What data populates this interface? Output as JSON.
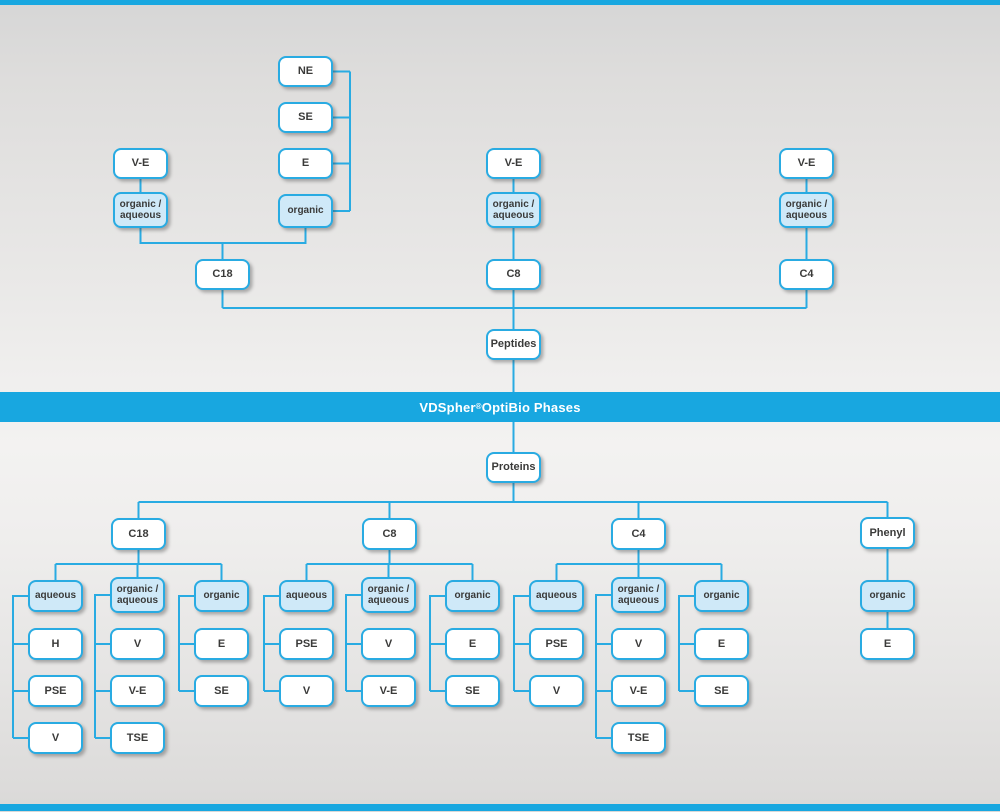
{
  "banner": {
    "brand": "VDSpher",
    "registered": "®",
    "suffix": " OptiBio Phases"
  },
  "peptides": {
    "root": "Peptides",
    "c18_branch": {
      "ve": "V-E",
      "mode": "organic /\naqueous",
      "column": [
        "NE",
        "SE",
        "E"
      ],
      "column_mode": "organic",
      "phase": "C18"
    },
    "c8_branch": {
      "ve": "V-E",
      "mode": "organic /\naqueous",
      "phase": "C8"
    },
    "c4_branch": {
      "ve": "V-E",
      "mode": "organic /\naqueous",
      "phase": "C4"
    }
  },
  "proteins": {
    "root": "Proteins",
    "c18": {
      "phase": "C18",
      "aqueous": {
        "label": "aqueous",
        "children": [
          "H",
          "PSE",
          "V"
        ]
      },
      "organic_aqueous": {
        "label": "organic /\naqueous",
        "children": [
          "V",
          "V-E",
          "TSE"
        ]
      },
      "organic": {
        "label": "organic",
        "children": [
          "E",
          "SE"
        ]
      }
    },
    "c8": {
      "phase": "C8",
      "aqueous": {
        "label": "aqueous",
        "children": [
          "PSE",
          "V"
        ]
      },
      "organic_aqueous": {
        "label": "organic /\naqueous",
        "children": [
          "V",
          "V-E"
        ]
      },
      "organic": {
        "label": "organic",
        "children": [
          "E",
          "SE"
        ]
      }
    },
    "c4": {
      "phase": "C4",
      "aqueous": {
        "label": "aqueous",
        "children": [
          "PSE",
          "V"
        ]
      },
      "organic_aqueous": {
        "label": "organic /\naqueous",
        "children": [
          "V",
          "V-E",
          "TSE"
        ]
      },
      "organic": {
        "label": "organic",
        "children": [
          "E",
          "SE"
        ]
      }
    },
    "phenyl": {
      "phase": "Phenyl",
      "organic": {
        "label": "organic",
        "children": [
          "E"
        ]
      }
    }
  },
  "colors": {
    "accent_blue": "#18a7e0",
    "line_blue": "#29abe2",
    "box_border": "#29abe2",
    "category_fill": "#cfe9f8",
    "text_dark": "#3a3a39",
    "banner_text": "#ffffff"
  }
}
